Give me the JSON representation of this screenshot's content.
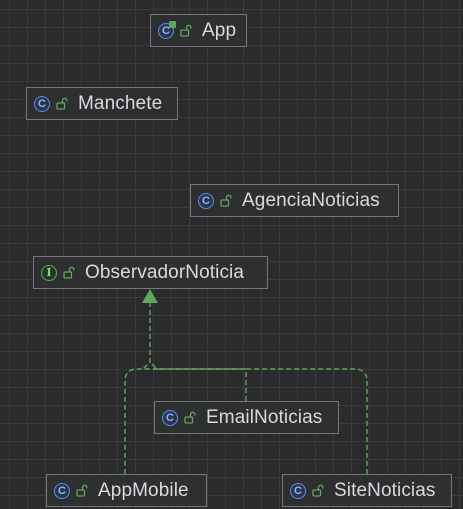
{
  "diagram": {
    "nodes": [
      {
        "id": "app",
        "label": "App",
        "kind": "app",
        "kind_glyph": "C",
        "visibility_icon": "public-lock-icon"
      },
      {
        "id": "manchete",
        "label": "Manchete",
        "kind": "class",
        "kind_glyph": "C",
        "visibility_icon": "public-lock-icon"
      },
      {
        "id": "agencia",
        "label": "AgenciaNoticias",
        "kind": "class",
        "kind_glyph": "C",
        "visibility_icon": "public-lock-icon"
      },
      {
        "id": "observador",
        "label": "ObservadorNoticia",
        "kind": "interface",
        "kind_glyph": "I",
        "visibility_icon": "public-lock-icon"
      },
      {
        "id": "email",
        "label": "EmailNoticias",
        "kind": "class",
        "kind_glyph": "C",
        "visibility_icon": "public-lock-icon"
      },
      {
        "id": "mobile",
        "label": "AppMobile",
        "kind": "class",
        "kind_glyph": "C",
        "visibility_icon": "public-lock-icon"
      },
      {
        "id": "site",
        "label": "SiteNoticias",
        "kind": "class",
        "kind_glyph": "C",
        "visibility_icon": "public-lock-icon"
      }
    ],
    "edges": [
      {
        "from": "email",
        "to": "observador",
        "type": "implements"
      },
      {
        "from": "mobile",
        "to": "observador",
        "type": "implements"
      },
      {
        "from": "site",
        "to": "observador",
        "type": "implements"
      }
    ],
    "colors": {
      "background": "#2b2b2d",
      "grid": "#3a3a3c",
      "node_fill": "#2d2f31",
      "node_border": "#73767b",
      "text": "#d8d9dc",
      "class_icon": "#5b8fe0",
      "interface_icon": "#5fa85a",
      "edge": "#5fa85a"
    }
  }
}
